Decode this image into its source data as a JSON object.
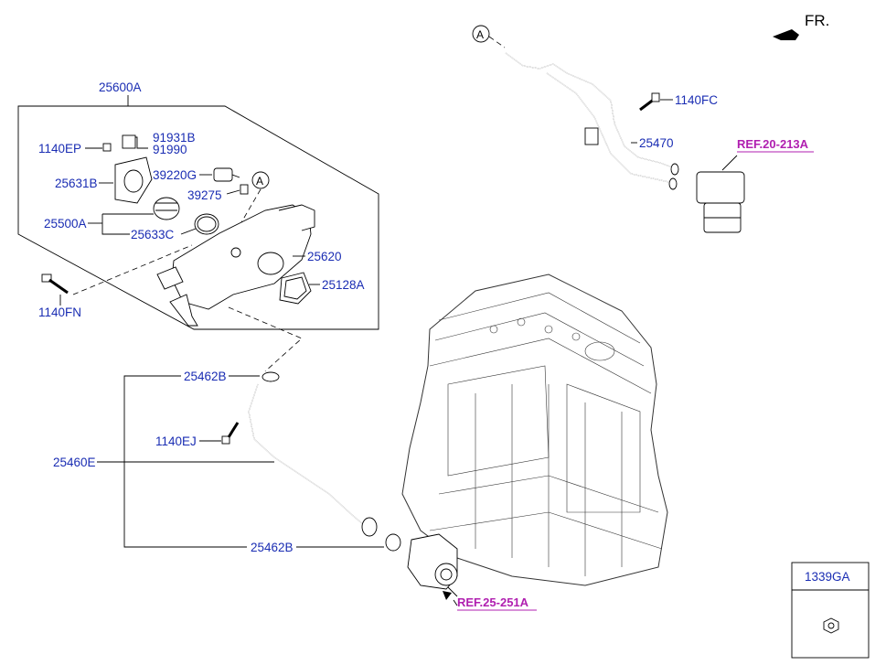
{
  "direction": {
    "label": "FR."
  },
  "callouts": {
    "circle_a_top": "A",
    "circle_a_mid": "A"
  },
  "labels": {
    "p25600A": "25600A",
    "p1140EP": "1140EP",
    "p91931B": "91931B",
    "p91990": "91990",
    "p25631B": "25631B",
    "p39220G": "39220G",
    "p39275": "39275",
    "p25500A": "25500A",
    "p25633C": "25633C",
    "p25620": "25620",
    "p25128A": "25128A",
    "p1140FN": "1140FN",
    "p25462B_top": "25462B",
    "p1140EJ": "1140EJ",
    "p25460E": "25460E",
    "p25462B_bottom": "25462B",
    "p1140FC": "1140FC",
    "p25470": "25470"
  },
  "references": {
    "ref_20_213A": "REF.20-213A",
    "ref_25_251A": "REF.25-251A"
  },
  "legend_box": {
    "label": "1339GA"
  }
}
